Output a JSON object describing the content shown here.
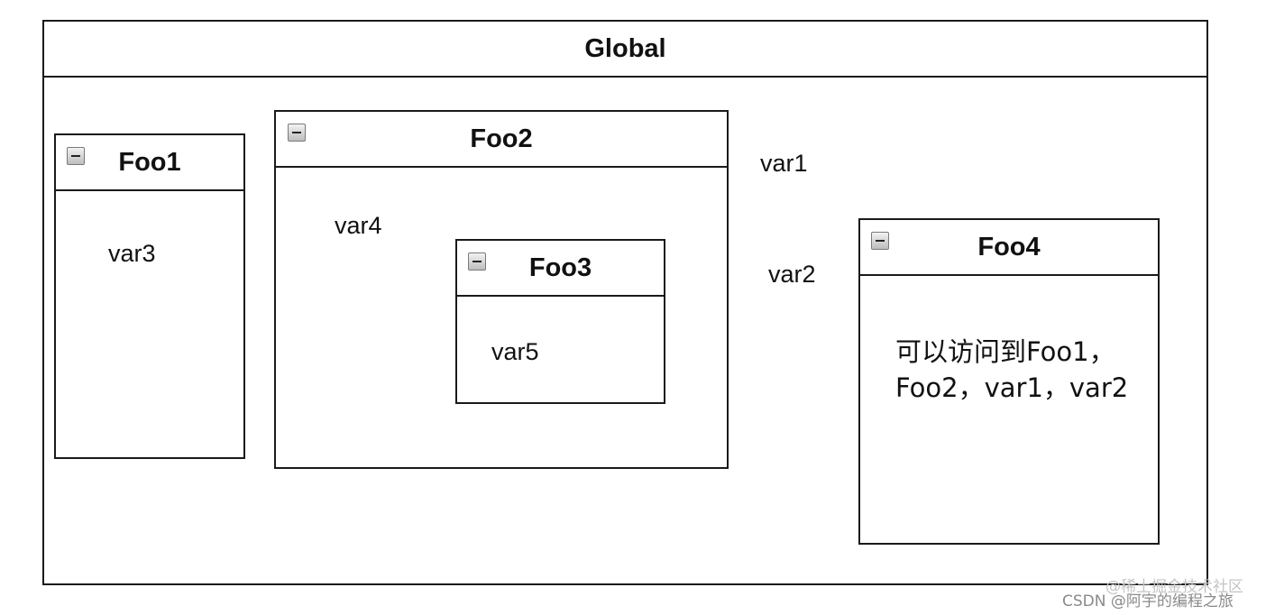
{
  "global": {
    "title": "Global"
  },
  "foo1": {
    "title": "Foo1",
    "vars": [
      "var3"
    ]
  },
  "foo2": {
    "title": "Foo2",
    "vars": [
      "var4"
    ]
  },
  "foo3": {
    "title": "Foo3",
    "vars": [
      "var5"
    ]
  },
  "foo4": {
    "title": "Foo4",
    "note_lines": [
      "可以访问到Foo1，",
      "Foo2，var1，var2"
    ]
  },
  "global_vars": [
    "var1",
    "var2"
  ],
  "watermark": {
    "main": "CSDN @阿宇的编程之旅",
    "faded": "@稀土掘金技术社区"
  },
  "icons": {
    "collapse": "collapse-minus-icon"
  }
}
